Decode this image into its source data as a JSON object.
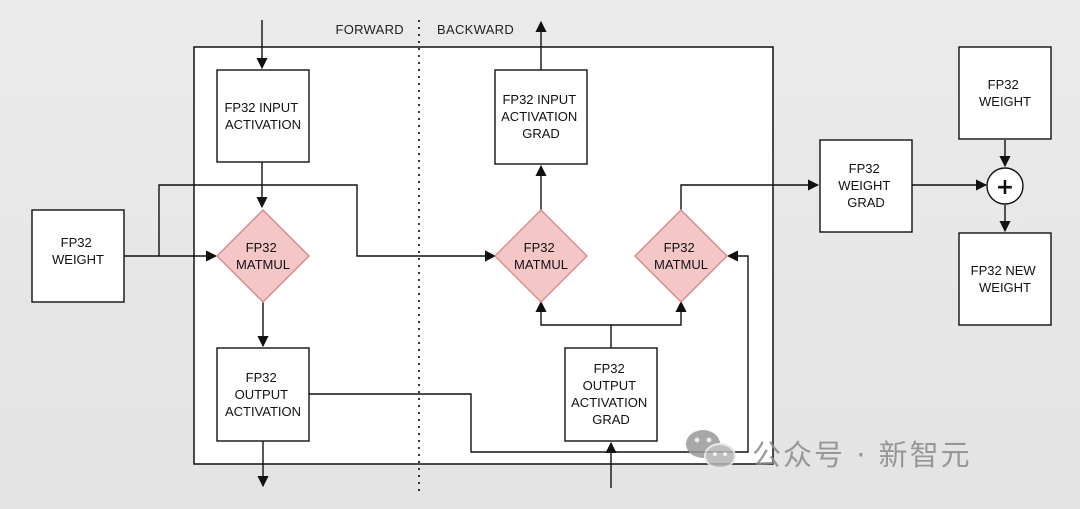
{
  "headers": {
    "forward": "FORWARD",
    "backward": "BACKWARD"
  },
  "nodes": {
    "fp32_weight_left": [
      "FP32",
      "WEIGHT"
    ],
    "input_activation": [
      "FP32 INPUT",
      "ACTIVATION"
    ],
    "matmul_forward": [
      "FP32",
      "MATMUL"
    ],
    "output_activation": [
      "FP32",
      "OUTPUT",
      "ACTIVATION"
    ],
    "input_activation_grad": [
      "FP32 INPUT",
      "ACTIVATION",
      "GRAD"
    ],
    "matmul_backward_input": [
      "FP32",
      "MATMUL"
    ],
    "matmul_backward_weight": [
      "FP32",
      "MATMUL"
    ],
    "output_activation_grad": [
      "FP32",
      "OUTPUT",
      "ACTIVATION",
      "GRAD"
    ],
    "weight_grad": [
      "FP32",
      "WEIGHT",
      "GRAD"
    ],
    "fp32_weight_right": [
      "FP32",
      "WEIGHT"
    ],
    "new_weight": [
      "FP32 NEW",
      "WEIGHT"
    ]
  },
  "adder_symbol": "+",
  "watermark": {
    "icon": "wechat-logo-icon",
    "text": "公众号 · 新智元"
  },
  "colors": {
    "diamond_fill": "#f4c6c6",
    "diamond_stroke": "#d88b8b",
    "line": "#111111"
  }
}
